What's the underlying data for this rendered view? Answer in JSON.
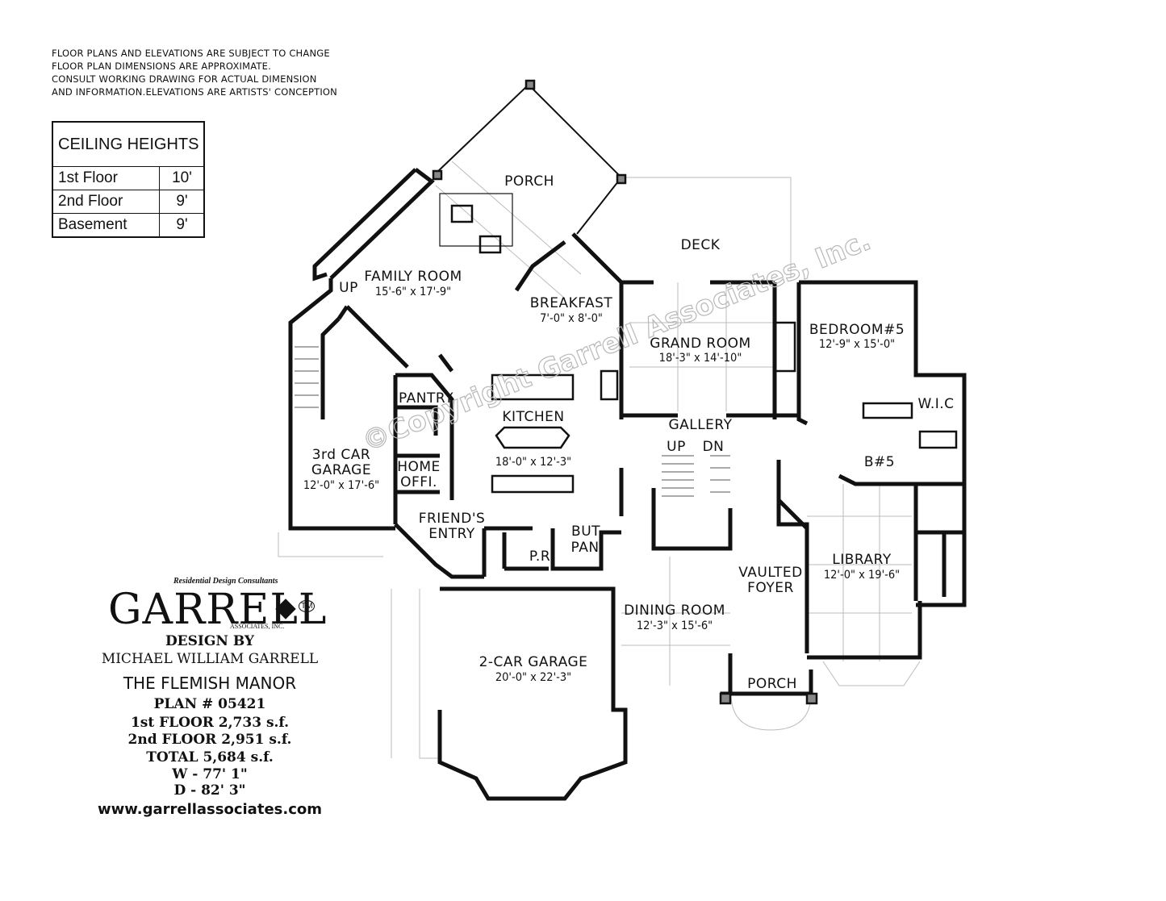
{
  "disclaimer": [
    "FLOOR PLANS AND ELEVATIONS ARE SUBJECT TO CHANGE",
    "FLOOR PLAN DIMENSIONS ARE APPROXIMATE.",
    "CONSULT WORKING DRAWING FOR ACTUAL DIMENSION",
    "AND INFORMATION.ELEVATIONS ARE ARTISTS' CONCEPTION"
  ],
  "ceiling_heights": {
    "title": "CEILING HEIGHTS",
    "rows": [
      {
        "floor": "1st Floor",
        "height": "10'"
      },
      {
        "floor": "2nd Floor",
        "height": "9'"
      },
      {
        "floor": "Basement",
        "height": "9'"
      }
    ]
  },
  "rooms": {
    "porch_top": "PORCH",
    "deck": "DECK",
    "family_room": {
      "name": "FAMILY ROOM",
      "dim": "15'-6\" x 17'-9\""
    },
    "up_family": "UP",
    "breakfast": {
      "name": "BREAKFAST",
      "dim": "7'-0\" x 8'-0\""
    },
    "grand_room": {
      "name": "GRAND ROOM",
      "dim": "18'-3\" x 14'-10\""
    },
    "bedroom5": {
      "name": "BEDROOM#5",
      "dim": "12'-9\" x 15'-0\""
    },
    "wic": "W.I.C",
    "bath5": "B#5",
    "pantry": "PANTRY",
    "kitchen": {
      "name": "KITCHEN",
      "dim": "18'-0\" x 12'-3\""
    },
    "gallery": "GALLERY",
    "gallery_up": "UP",
    "gallery_dn": "DN",
    "third_car_garage": {
      "line1": "3rd CAR",
      "line2": "GARAGE",
      "dim": "12'-0\" x 17'-6\""
    },
    "home_office": {
      "line1": "HOME",
      "line2": "OFFI."
    },
    "friends_entry": {
      "line1": "FRIEND'S",
      "line2": "ENTRY"
    },
    "powder": "P.R",
    "butlers_pantry": {
      "line1": "BUT.",
      "line2": "PAN."
    },
    "vaulted_foyer": {
      "line1": "VAULTED",
      "line2": "FOYER"
    },
    "library": {
      "name": "LIBRARY",
      "dim": "12'-0\" x 19'-6\""
    },
    "dining_room": {
      "name": "DINING ROOM",
      "dim": "12'-3\" x 15'-6\""
    },
    "two_car_garage": {
      "name": "2-CAR GARAGE",
      "dim": "20'-0\" x 22'-3\""
    },
    "porch_front": "PORCH"
  },
  "watermark": "©Copyright Garrell Associates, Inc.",
  "brand": {
    "tagline": "Residential Design Consultants",
    "name": "GARRELL",
    "tm": "TM",
    "subname": "ASSOCIATES, INC."
  },
  "plan_info": {
    "design_by": "DESIGN BY",
    "designer": "MICHAEL WILLIAM GARRELL",
    "plan_name": "THE FLEMISH MANOR",
    "plan_number": "PLAN # 05421",
    "first_floor": "1st FLOOR  2,733 s.f.",
    "second_floor": "2nd FLOOR  2,951 s.f.",
    "total": "TOTAL  5,684 s.f.",
    "width": "W - 77' 1\"",
    "depth": "D - 82' 3\"",
    "website": "www.garrellassociates.com"
  }
}
